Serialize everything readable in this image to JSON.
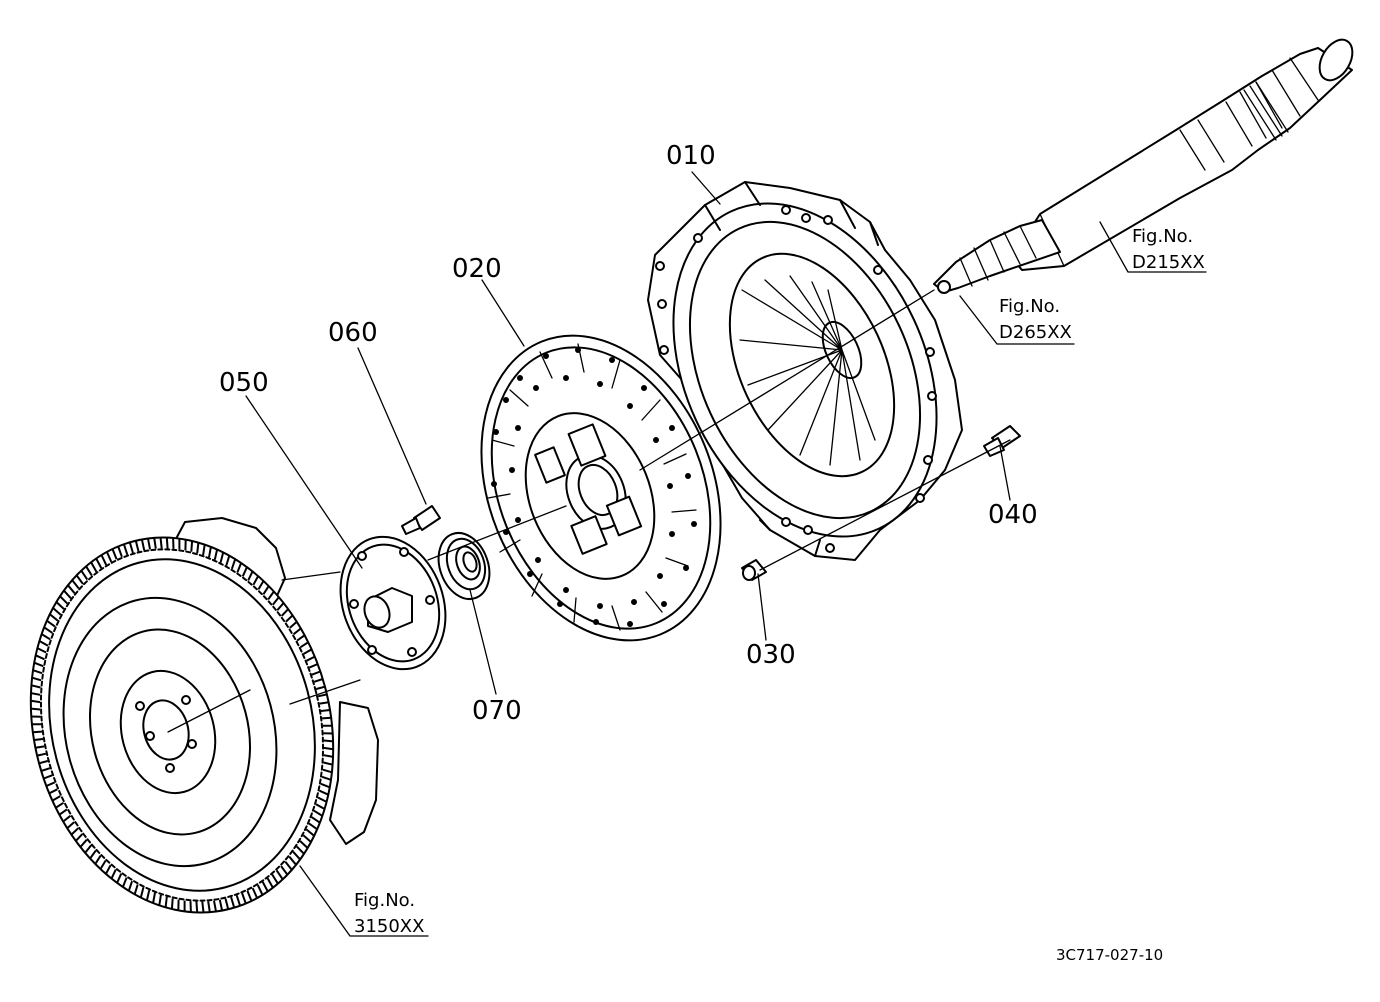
{
  "parts": {
    "p010": "010",
    "p020": "020",
    "p030": "030",
    "p040": "040",
    "p050": "050",
    "p060": "060",
    "p070": "070"
  },
  "figure_refs": {
    "d215": {
      "line1": "Fig.No.",
      "line2": "D215XX"
    },
    "d265": {
      "line1": "Fig.No.",
      "line2": "D265XX"
    },
    "f3150": {
      "line1": "Fig.No.",
      "line2": "3150XX"
    }
  },
  "drawing_code": "3C717-027-10",
  "colors": {
    "line": "#000000",
    "background": "#ffffff"
  }
}
